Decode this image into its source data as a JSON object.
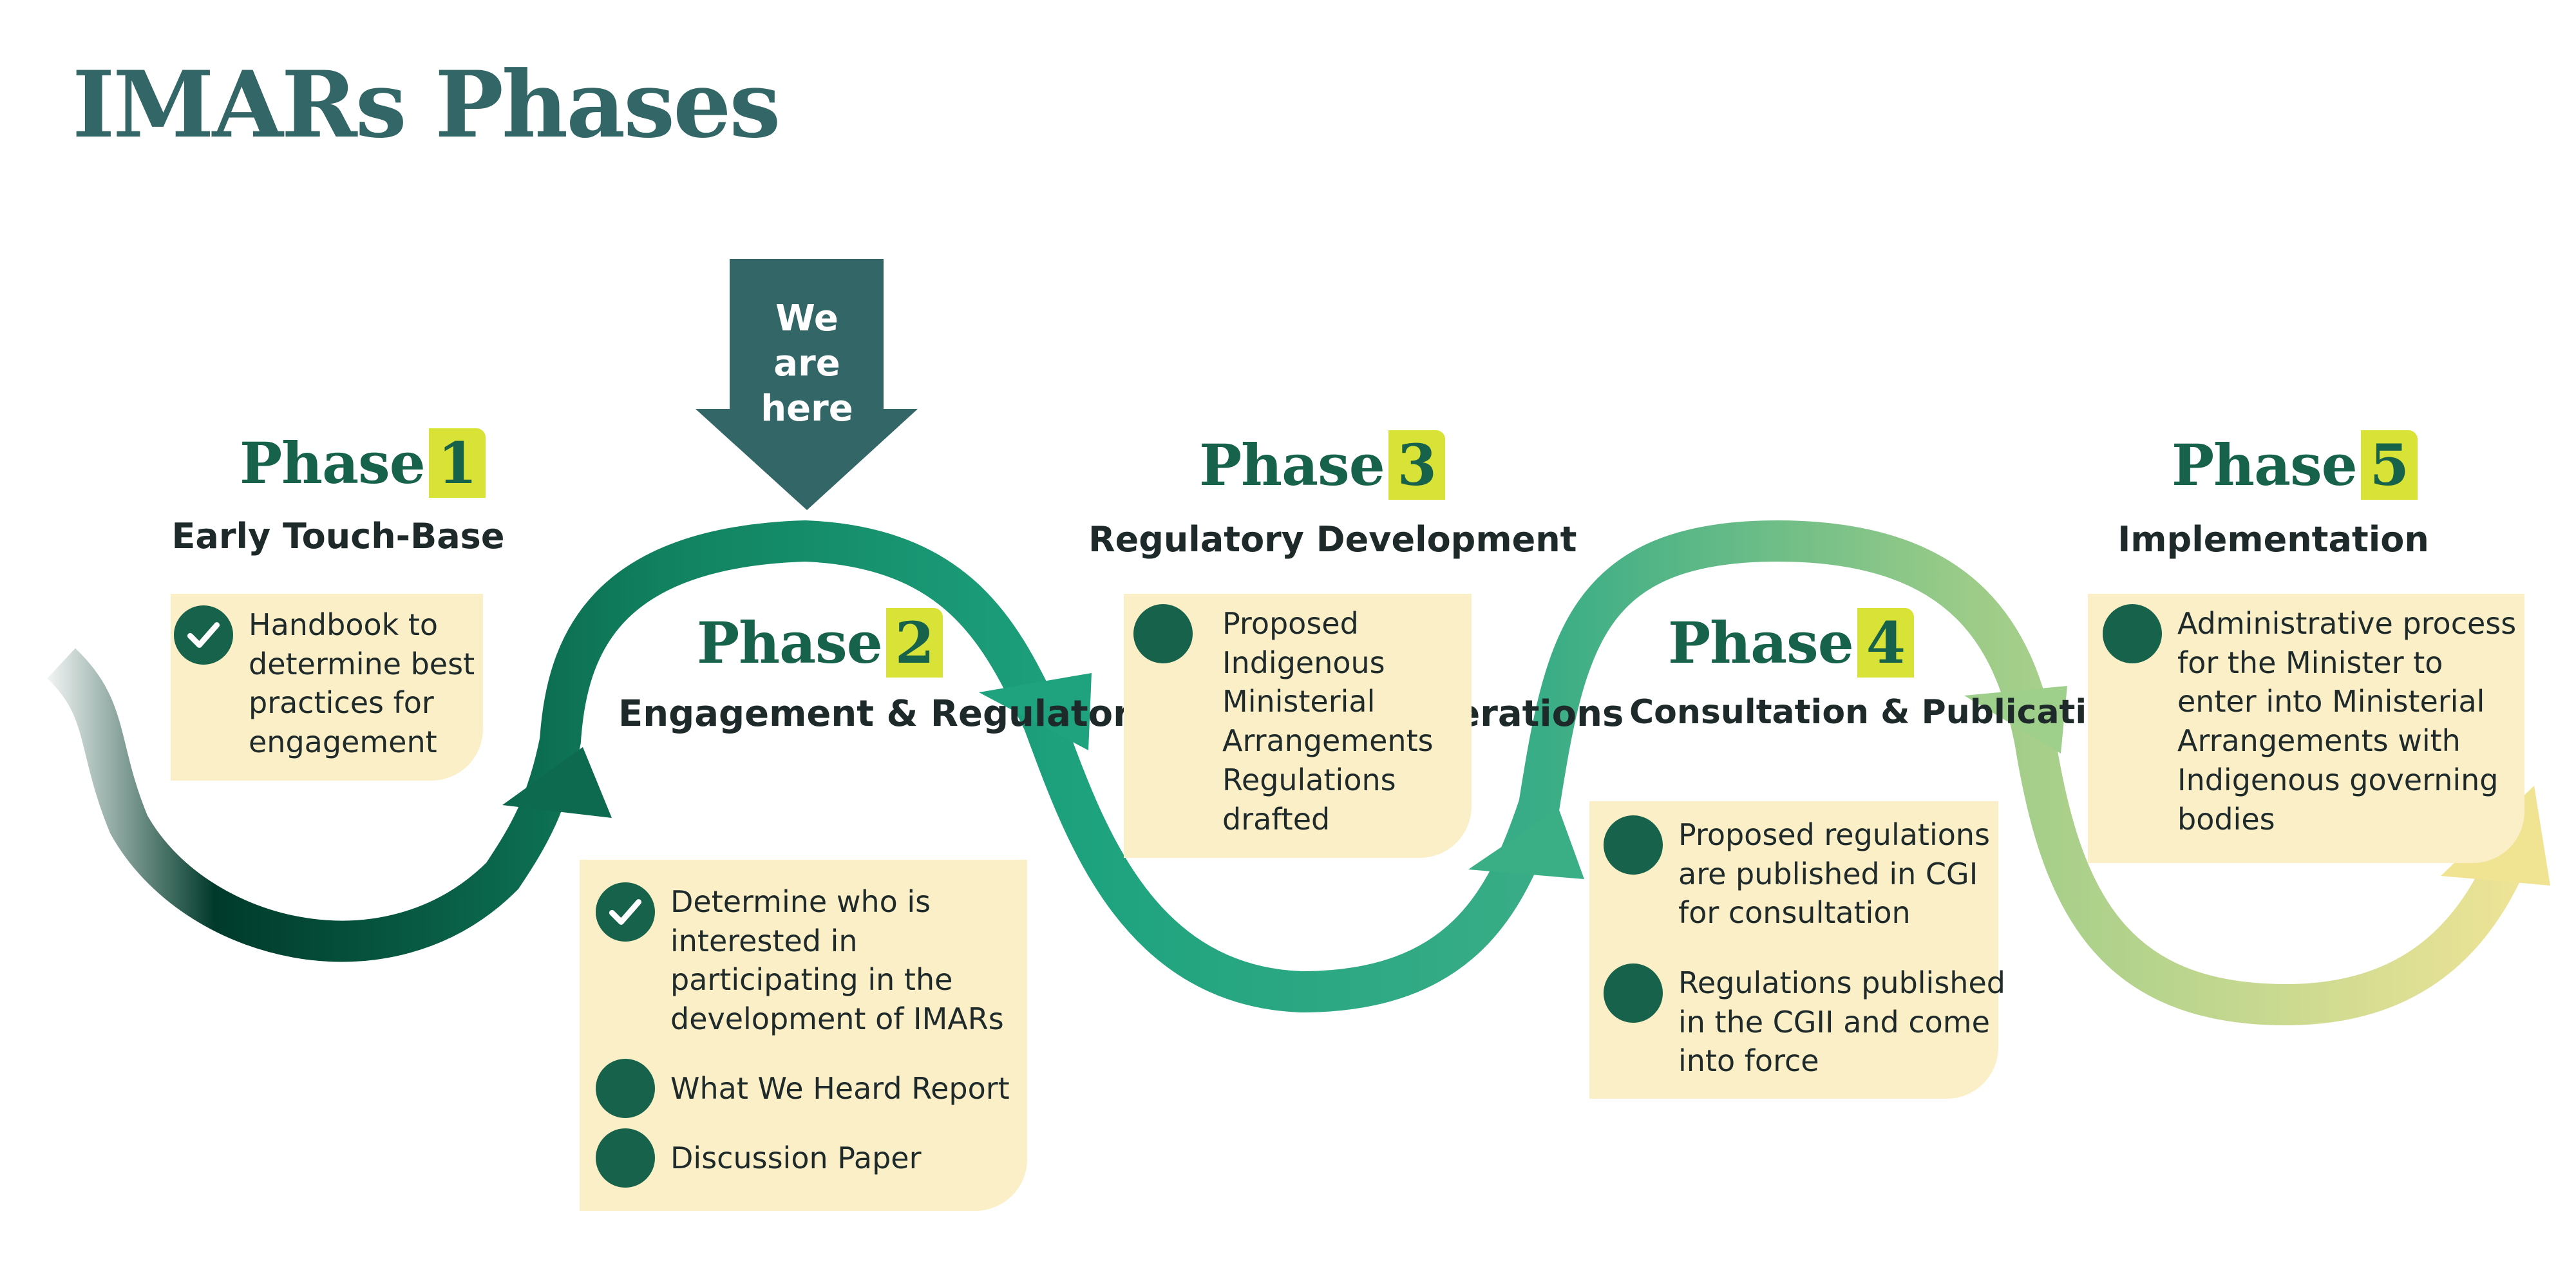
{
  "title": "IMARs Phases",
  "banner": {
    "text": "We are\nhere",
    "color": "#336666"
  },
  "colors": {
    "dark_green": "#17624a",
    "highlight": "#d9e337",
    "card_bg": "#fbefc7",
    "title": "#336666",
    "wave_start": "#003a2a",
    "wave_mid": "#1ea37f",
    "wave_late": "#9ccc88",
    "wave_end": "#f2e597"
  },
  "phases": [
    {
      "word": "Phase",
      "number": "1",
      "subtitle": "Early Touch-Base",
      "items": [
        {
          "icon": "check-icon",
          "text": "Handbook to\ndetermine best\npractices for\nengagement"
        }
      ]
    },
    {
      "word": "Phase",
      "number": "2",
      "subtitle": "Engagement &\nRegulatory Design\nConsiderations",
      "items": [
        {
          "icon": "check-icon",
          "text": "Determine who is\ninterested in\nparticipating in the\ndevelopment of IMARs"
        },
        {
          "icon": "dot-icon",
          "text": "What We Heard Report"
        },
        {
          "icon": "dot-icon",
          "text": "Discussion Paper"
        }
      ]
    },
    {
      "word": "Phase",
      "number": "3",
      "subtitle": "Regulatory Development",
      "items": [
        {
          "icon": "dot-icon",
          "text": "Proposed\nIndigenous\nMinisterial\nArrangements\nRegulations\ndrafted"
        }
      ]
    },
    {
      "word": "Phase",
      "number": "4",
      "subtitle": "Consultation &\nPublication",
      "items": [
        {
          "icon": "dot-icon",
          "text": "Proposed regulations\nare published in CGI\nfor consultation"
        },
        {
          "icon": "dot-icon",
          "text": "Regulations published\nin the CGII and come\ninto force"
        }
      ]
    },
    {
      "word": "Phase",
      "number": "5",
      "subtitle": "Implementation",
      "items": [
        {
          "icon": "dot-icon",
          "text": "Administrative process\nfor the Minister to\nenter into Ministerial\nArrangements with\nIndigenous governing\nbodies"
        }
      ]
    }
  ]
}
